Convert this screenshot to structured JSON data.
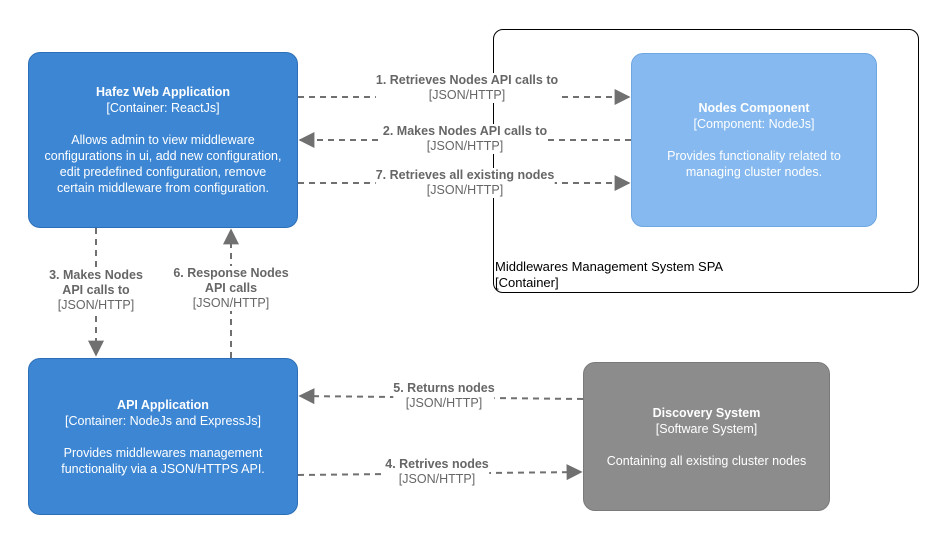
{
  "boundary": {
    "name": "Middlewares Management System SPA",
    "type": "[Container]"
  },
  "nodes": {
    "hafez": {
      "title": "Hafez Web Application",
      "type": "[Container: ReactJs]",
      "description": [
        "Allows admin to view middleware",
        "configurations in ui, add new configuration,",
        "edit predefined configuration, remove",
        "certain middleware from configuration."
      ]
    },
    "nodes_component": {
      "title": "Nodes Component",
      "type": "[Component: NodeJs]",
      "description": [
        "Provides functionality related to",
        "managing cluster nodes."
      ]
    },
    "api": {
      "title": "API Application",
      "type": "[Container: NodeJs and ExpressJs]",
      "description": [
        "Provides middlewares management",
        "functionality via a JSON/HTTPS API."
      ]
    },
    "discovery": {
      "title": "Discovery System",
      "type": "[Software System]",
      "description": [
        "Containing all existing cluster nodes"
      ]
    }
  },
  "edges": [
    {
      "id": "e1",
      "label": "1. Retrieves Nodes API calls to",
      "tech": "[JSON/HTTP]"
    },
    {
      "id": "e2",
      "label": "2. Makes Nodes API calls to",
      "tech": "[JSON/HTTP]"
    },
    {
      "id": "e7",
      "label": "7. Retrieves all existing nodes",
      "tech": "[JSON/HTTP]"
    },
    {
      "id": "e3",
      "label_lines": [
        "3. Makes Nodes",
        "API calls to"
      ],
      "tech": "[JSON/HTTP]"
    },
    {
      "id": "e6",
      "label_lines": [
        "6. Response Nodes",
        "API calls"
      ],
      "tech": "[JSON/HTTP]"
    },
    {
      "id": "e5",
      "label": "5. Returns nodes",
      "tech": "[JSON/HTTP]"
    },
    {
      "id": "e4",
      "label": "4. Retrives nodes",
      "tech": "[JSON/HTTP]"
    }
  ],
  "colors": {
    "container": "#3c86d3",
    "component": "#85b9ef",
    "external_system": "#8c8c8c",
    "edge": "#707070"
  }
}
